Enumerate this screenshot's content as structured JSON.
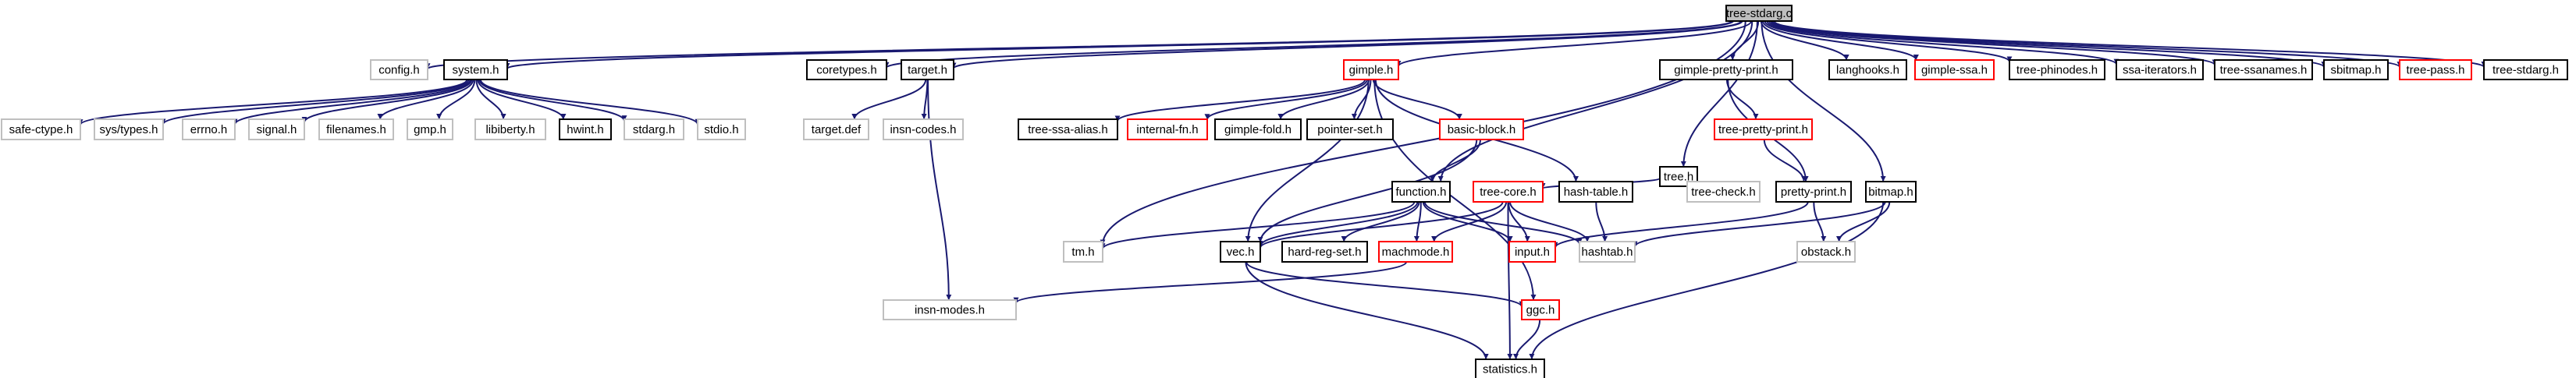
{
  "root": "tree-stdarg.c",
  "nodes": [
    {
      "id": "root",
      "label": "tree-stdarg.c",
      "style": "root"
    },
    {
      "id": "config",
      "label": "config.h",
      "style": "grey"
    },
    {
      "id": "system",
      "label": "system.h",
      "style": "solid"
    },
    {
      "id": "coretypes",
      "label": "coretypes.h",
      "style": "solid"
    },
    {
      "id": "target",
      "label": "target.h",
      "style": "solid"
    },
    {
      "id": "gimple",
      "label": "gimple.h",
      "style": "red"
    },
    {
      "id": "gpp",
      "label": "gimple-pretty-print.h",
      "style": "solid"
    },
    {
      "id": "tree",
      "label": "tree.h",
      "style": "solid"
    },
    {
      "id": "langhooks",
      "label": "langhooks.h",
      "style": "solid"
    },
    {
      "id": "gssa",
      "label": "gimple-ssa.h",
      "style": "red"
    },
    {
      "id": "phinodes",
      "label": "tree-phinodes.h",
      "style": "solid"
    },
    {
      "id": "ssaiter",
      "label": "ssa-iterators.h",
      "style": "solid"
    },
    {
      "id": "ssanames",
      "label": "tree-ssanames.h",
      "style": "solid"
    },
    {
      "id": "sbitmap",
      "label": "sbitmap.h",
      "style": "solid"
    },
    {
      "id": "treepass",
      "label": "tree-pass.h",
      "style": "red"
    },
    {
      "id": "treestdarg",
      "label": "tree-stdarg.h",
      "style": "solid"
    },
    {
      "id": "safectype",
      "label": "safe-ctype.h",
      "style": "grey"
    },
    {
      "id": "systypes",
      "label": "sys/types.h",
      "style": "grey"
    },
    {
      "id": "errno",
      "label": "errno.h",
      "style": "grey"
    },
    {
      "id": "signal",
      "label": "signal.h",
      "style": "grey"
    },
    {
      "id": "filenames",
      "label": "filenames.h",
      "style": "grey"
    },
    {
      "id": "gmp",
      "label": "gmp.h",
      "style": "grey"
    },
    {
      "id": "libiberty",
      "label": "libiberty.h",
      "style": "grey"
    },
    {
      "id": "hwint",
      "label": "hwint.h",
      "style": "solid"
    },
    {
      "id": "stdarg",
      "label": "stdarg.h",
      "style": "grey"
    },
    {
      "id": "stdio",
      "label": "stdio.h",
      "style": "grey"
    },
    {
      "id": "targetdef",
      "label": "target.def",
      "style": "grey"
    },
    {
      "id": "insncodes",
      "label": "insn-codes.h",
      "style": "grey"
    },
    {
      "id": "tssaalias",
      "label": "tree-ssa-alias.h",
      "style": "solid"
    },
    {
      "id": "internalfn",
      "label": "internal-fn.h",
      "style": "red"
    },
    {
      "id": "gfold",
      "label": "gimple-fold.h",
      "style": "solid"
    },
    {
      "id": "pointerset",
      "label": "pointer-set.h",
      "style": "solid"
    },
    {
      "id": "basicblock",
      "label": "basic-block.h",
      "style": "red"
    },
    {
      "id": "tpp",
      "label": "tree-pretty-print.h",
      "style": "red"
    },
    {
      "id": "function",
      "label": "function.h",
      "style": "solid"
    },
    {
      "id": "treecore",
      "label": "tree-core.h",
      "style": "red"
    },
    {
      "id": "hashtable",
      "label": "hash-table.h",
      "style": "solid"
    },
    {
      "id": "treecheck",
      "label": "tree-check.h",
      "style": "grey"
    },
    {
      "id": "prettyprint",
      "label": "pretty-print.h",
      "style": "solid"
    },
    {
      "id": "bitmap",
      "label": "bitmap.h",
      "style": "solid"
    },
    {
      "id": "tm",
      "label": "tm.h",
      "style": "grey"
    },
    {
      "id": "vec",
      "label": "vec.h",
      "style": "solid"
    },
    {
      "id": "hardregset",
      "label": "hard-reg-set.h",
      "style": "solid"
    },
    {
      "id": "machmode",
      "label": "machmode.h",
      "style": "red"
    },
    {
      "id": "input",
      "label": "input.h",
      "style": "red"
    },
    {
      "id": "hashtab",
      "label": "hashtab.h",
      "style": "grey"
    },
    {
      "id": "obstack",
      "label": "obstack.h",
      "style": "grey"
    },
    {
      "id": "insnmodes",
      "label": "insn-modes.h",
      "style": "grey"
    },
    {
      "id": "ggc",
      "label": "ggc.h",
      "style": "red"
    },
    {
      "id": "statistics",
      "label": "statistics.h",
      "style": "solid"
    }
  ],
  "edges": [
    [
      "root",
      "config"
    ],
    [
      "root",
      "system"
    ],
    [
      "root",
      "coretypes"
    ],
    [
      "root",
      "target"
    ],
    [
      "root",
      "gimple"
    ],
    [
      "root",
      "gpp"
    ],
    [
      "root",
      "tree"
    ],
    [
      "root",
      "langhooks"
    ],
    [
      "root",
      "gssa"
    ],
    [
      "root",
      "phinodes"
    ],
    [
      "root",
      "ssaiter"
    ],
    [
      "root",
      "ssanames"
    ],
    [
      "root",
      "sbitmap"
    ],
    [
      "root",
      "treepass"
    ],
    [
      "root",
      "treestdarg"
    ],
    [
      "root",
      "tm"
    ],
    [
      "root",
      "function"
    ],
    [
      "root",
      "bitmap"
    ],
    [
      "system",
      "safectype"
    ],
    [
      "system",
      "systypes"
    ],
    [
      "system",
      "errno"
    ],
    [
      "system",
      "signal"
    ],
    [
      "system",
      "filenames"
    ],
    [
      "system",
      "gmp"
    ],
    [
      "system",
      "libiberty"
    ],
    [
      "system",
      "hwint"
    ],
    [
      "system",
      "stdarg"
    ],
    [
      "system",
      "stdio"
    ],
    [
      "target",
      "targetdef"
    ],
    [
      "target",
      "insncodes"
    ],
    [
      "target",
      "insnmodes"
    ],
    [
      "gimple",
      "tssaalias"
    ],
    [
      "gimple",
      "internalfn"
    ],
    [
      "gimple",
      "gfold"
    ],
    [
      "gimple",
      "pointerset"
    ],
    [
      "gimple",
      "basicblock"
    ],
    [
      "gimple",
      "hashtable"
    ],
    [
      "gimple",
      "vec"
    ],
    [
      "gimple",
      "ggc"
    ],
    [
      "gpp",
      "tpp"
    ],
    [
      "gpp",
      "prettyprint"
    ],
    [
      "tpp",
      "prettyprint"
    ],
    [
      "tree",
      "treecore"
    ],
    [
      "tree",
      "treecheck"
    ],
    [
      "basicblock",
      "function"
    ],
    [
      "basicblock",
      "vec"
    ],
    [
      "function",
      "tm"
    ],
    [
      "function",
      "vec"
    ],
    [
      "function",
      "hardregset"
    ],
    [
      "function",
      "machmode"
    ],
    [
      "function",
      "input"
    ],
    [
      "function",
      "hashtab"
    ],
    [
      "treecore",
      "vec"
    ],
    [
      "treecore",
      "machmode"
    ],
    [
      "treecore",
      "input"
    ],
    [
      "treecore",
      "hashtab"
    ],
    [
      "treecore",
      "statistics"
    ],
    [
      "hashtable",
      "hashtab"
    ],
    [
      "prettyprint",
      "obstack"
    ],
    [
      "prettyprint",
      "input"
    ],
    [
      "bitmap",
      "obstack"
    ],
    [
      "bitmap",
      "hashtab"
    ],
    [
      "bitmap",
      "statistics"
    ],
    [
      "vec",
      "ggc"
    ],
    [
      "vec",
      "statistics"
    ],
    [
      "machmode",
      "insnmodes"
    ],
    [
      "ggc",
      "statistics"
    ]
  ]
}
